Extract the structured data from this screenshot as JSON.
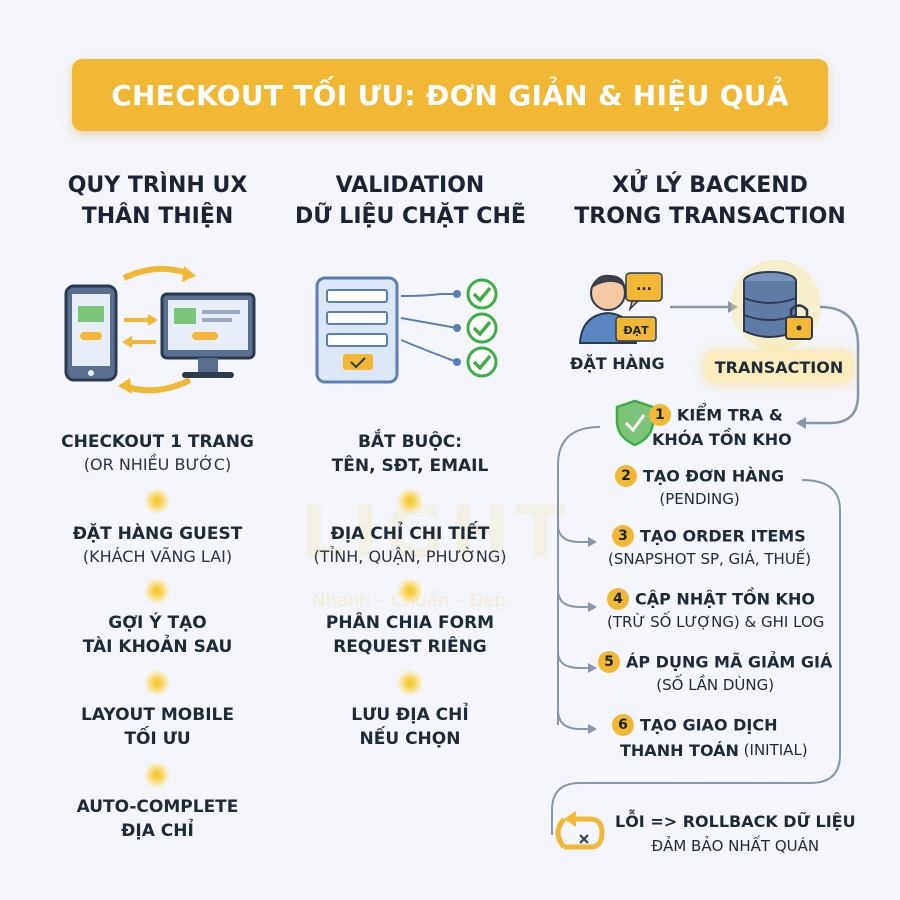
{
  "banner": "CHECKOUT TỐI ƯU: ĐƠN GIẢN & HIỆU QUẢ",
  "columns": [
    {
      "title_line1": "QUY TRÌNH UX",
      "title_line2": "THÂN THIỆN",
      "icon": "mobile-desktop-sync-icon",
      "items": [
        {
          "title": "CHECKOUT 1 TRANG",
          "sub": "(OR NHIỀU BƯỚC)"
        },
        {
          "title": "ĐẶT HÀNG GUEST",
          "sub": "(KHÁCH VÃNG LAI)"
        },
        {
          "title": "GỢI Ý TẠO",
          "sub2": "TÀI KHOẢN SAU"
        },
        {
          "title": "LAYOUT MOBILE",
          "sub2": "TỐI ƯU"
        },
        {
          "title": "AUTO-COMPLETE",
          "sub2": "ĐỊA CHỈ"
        }
      ]
    },
    {
      "title_line1": "VALIDATION",
      "title_line2": "DỮ LIỆU CHẶT CHẼ",
      "icon": "form-checklist-icon",
      "items": [
        {
          "title": "BẮT BUỘC:",
          "sub2": "TÊN, SĐT, EMAIL"
        },
        {
          "title": "ĐỊA CHỈ CHI TIẾT",
          "sub": "(TỈNH, QUẬN, PHƯỜNG)"
        },
        {
          "title": "PHÂN CHIA FORM",
          "sub2": "REQUEST RIÊNG"
        },
        {
          "title": "LƯU ĐỊA CHỈ",
          "sub2": "NẾU CHỌN"
        }
      ]
    },
    {
      "title_line1": "XỬ LÝ BACKEND",
      "title_line2": "TRONG TRANSACTION"
    }
  ],
  "backend": {
    "user_label": "ĐẶT HÀNG",
    "user_badge": "ĐẠT",
    "chat_text": "...",
    "tx_label": "TRANSACTION",
    "steps": [
      {
        "num": "1",
        "title": "KIỂM TRA &",
        "title2": "KHÓA TỒN KHO"
      },
      {
        "num": "2",
        "title": "TẠO ĐƠN HÀNG",
        "sub": "(PENDING)"
      },
      {
        "num": "3",
        "title": "TẠO ORDER ITEMS",
        "sub": "(SNAPSHOT SP, GIÁ, THUẾ)"
      },
      {
        "num": "4",
        "title": "CẬP NHẬT TỒN KHO",
        "sub": "(TRỪ SỐ LƯỢNG) & GHI LOG"
      },
      {
        "num": "5",
        "title": "ÁP DỤNG MÃ GIẢM GIÁ",
        "sub": "(SỐ LẦN DÙNG)"
      },
      {
        "num": "6",
        "title": "TẠO GIAO DỊCH",
        "title2": "THANH TOÁN",
        "title2_suffix": " (INITIAL)"
      }
    ],
    "error_title": "LỖI => ROLLBACK DỮ LIỆU",
    "error_sub": "ĐẢM BẢO NHẤT QUÁN"
  },
  "watermark": "LIGHT",
  "watermark_sub": "Nhanh – Chuẩn – Đẹp",
  "colors": {
    "accent": "#f2b835",
    "check": "#3fae49",
    "arrow": "#8896ab",
    "blue": "#5b7fb5"
  }
}
